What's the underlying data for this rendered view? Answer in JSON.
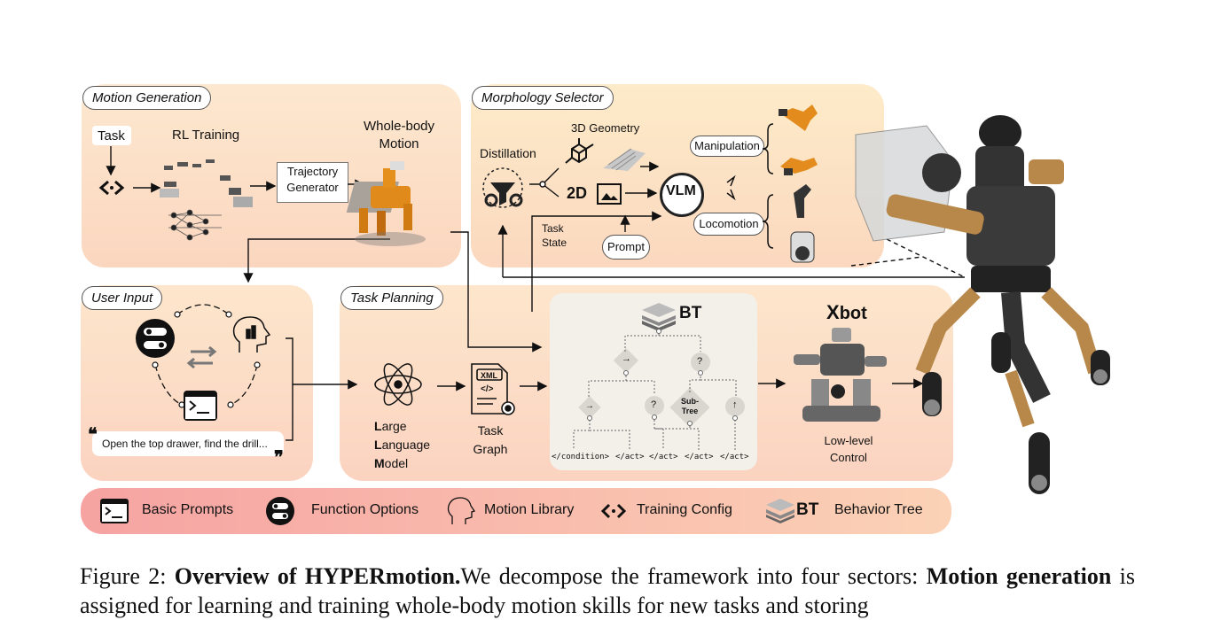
{
  "panels": {
    "motion_generation": {
      "title": "Motion Generation",
      "task": "Task",
      "rl_training": "RL Training",
      "trajectory_generator": [
        "Trajectory",
        "Generator"
      ],
      "whole_body_motion": [
        "Whole-body",
        "Motion"
      ]
    },
    "morphology_selector": {
      "title": "Morphology Selector",
      "distillation": "Distillation",
      "geometry_3d": "3D Geometry",
      "label_2d": "2D",
      "vlm": "VLM",
      "manipulation": "Manipulation",
      "locomotion": "Locomotion",
      "task_state": [
        "Task",
        "State"
      ],
      "prompt": "Prompt"
    },
    "user_input": {
      "title": "User Input",
      "quote": "Open the top drawer, find the drill..."
    },
    "task_planning": {
      "title": "Task Planning",
      "llm_L1": "L",
      "llm_r1": "arge",
      "llm_L2": "L",
      "llm_r2": "anguage",
      "llm_L3": "M",
      "llm_r3": "odel",
      "task_graph": [
        "Task",
        "Graph"
      ],
      "xml": "XML",
      "code": "</>",
      "bt_title": "BT",
      "xbot": "bot",
      "xbot_x": "X",
      "low_level": [
        "Low-level",
        "Control"
      ],
      "bt_nodes": {
        "seq": "→",
        "fallback": "?",
        "subtree": [
          "Sub-",
          "Tree"
        ],
        "parallel": "↑"
      },
      "leaves": [
        "</condition>",
        "</act>",
        "</act>",
        "</act>",
        "</act>"
      ]
    }
  },
  "legend": {
    "basic_prompts": "Basic Prompts",
    "function_options": "Function Options",
    "motion_library": "Motion Library",
    "training_config": "Training Config",
    "behavior_tree": "Behavior Tree",
    "bt_badge": "BT"
  },
  "caption": {
    "prefix": "Figure 2: ",
    "bold_title": "Overview of HYPERmotion.",
    "text1": "We decompose the framework into four sectors: ",
    "bold_motion": "Motion",
    "bold_generation": "generation",
    "text2": " is assigned for learning and training whole-body motion skills for new tasks and storing"
  },
  "colors": {
    "panel_top": "#fde6cc",
    "panel_bottom": "#fbd4c0",
    "legend_bar": "#f8b0aa",
    "bronze": "#b8884a"
  }
}
